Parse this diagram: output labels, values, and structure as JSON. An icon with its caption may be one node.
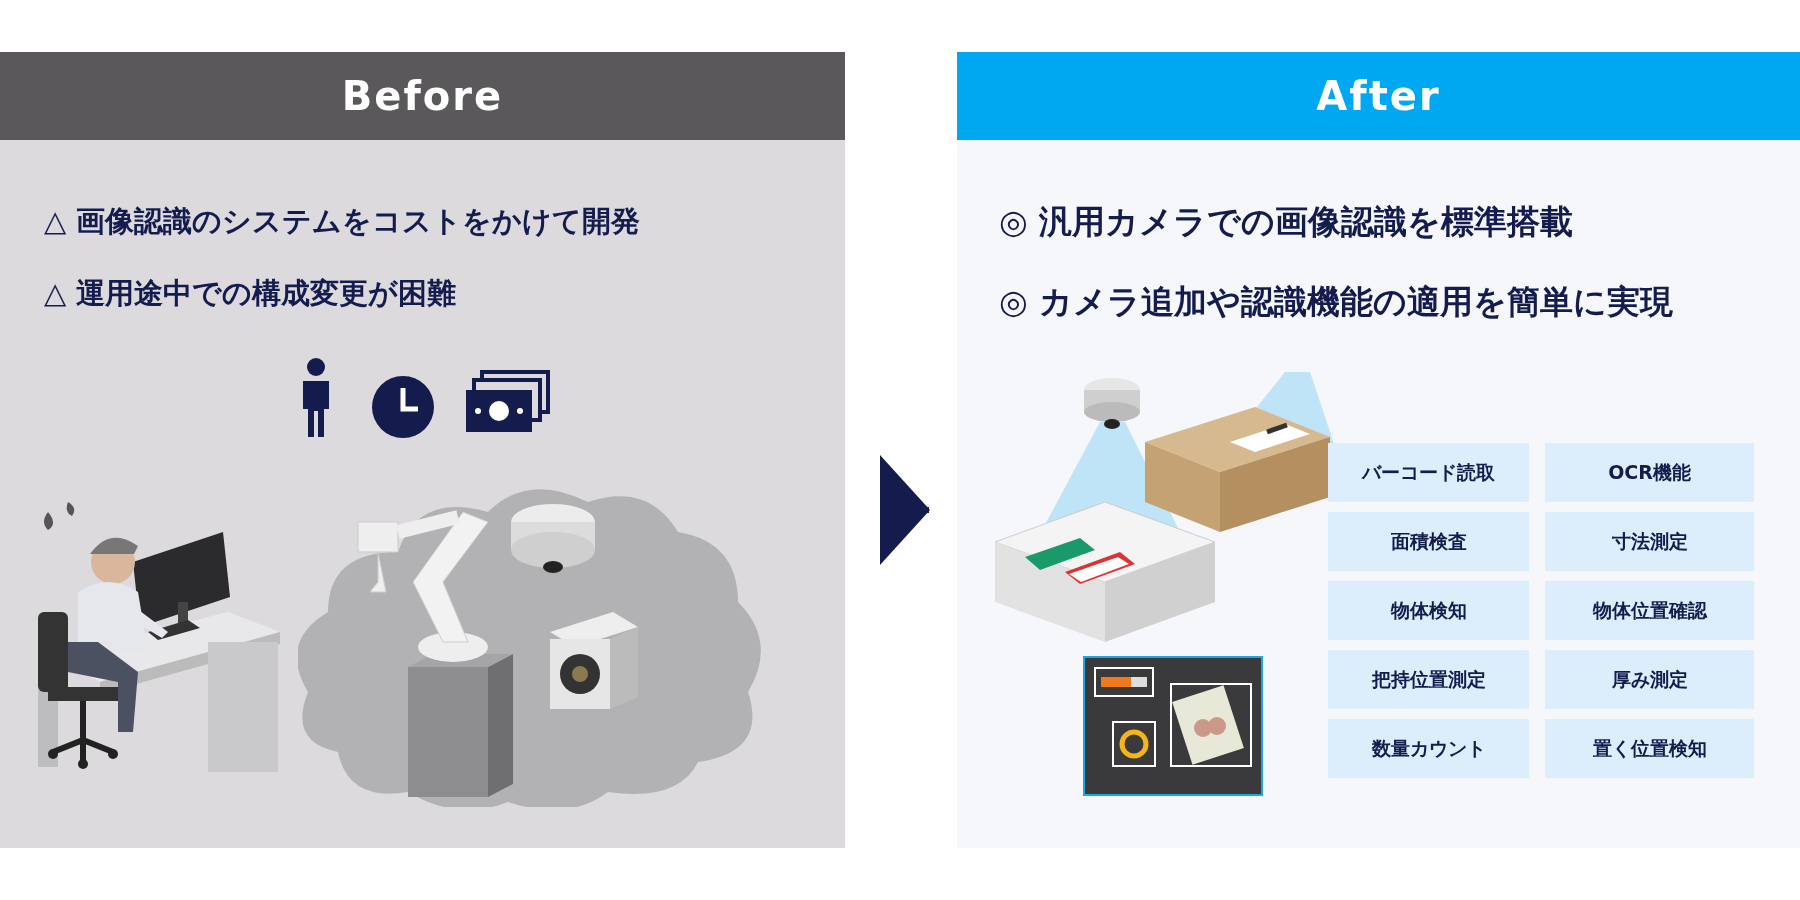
{
  "diagram": {
    "nodes": [
      {
        "text": [
          "Before",
          "△ 画像認識のシステムをコストをかけて開発",
          "△ 運用途中での構成変更が困難"
        ]
      },
      {
        "text": [
          "After",
          "◎ 汎用カメラでの画像認識を標準搭載",
          "◎ カメラ追加や認識機能の適用を簡単に実現"
        ]
      },
      {
        "text": [
          "バーコード読取"
        ],
        "in": 1
      },
      {
        "text": [
          "OCR機能"
        ],
        "in": 1
      },
      {
        "text": [
          "面積検査"
        ],
        "in": 1
      },
      {
        "text": [
          "寸法測定"
        ],
        "in": 1
      },
      {
        "text": [
          "物体検知"
        ],
        "in": 1
      },
      {
        "text": [
          "物体位置確認"
        ],
        "in": 1
      },
      {
        "text": [
          "把持位置測定"
        ],
        "in": 1
      },
      {
        "text": [
          "厚み測定"
        ],
        "in": 1
      },
      {
        "text": [
          "数量カウント"
        ],
        "in": 1
      },
      {
        "text": [
          "置く位置検知"
        ],
        "in": 1
      }
    ],
    "edges": [
      {
        "from": 0,
        "to": 1,
        "arrow": "to"
      }
    ]
  }
}
